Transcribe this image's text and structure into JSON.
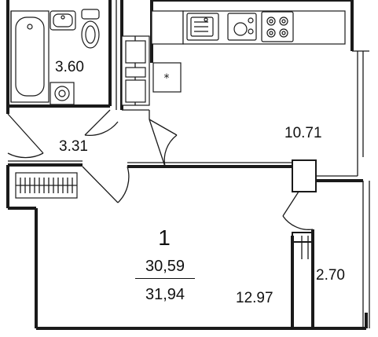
{
  "rooms": {
    "bathroom": {
      "area": "3.60"
    },
    "hallway": {
      "area": "3.31"
    },
    "kitchen": {
      "area": "10.71"
    },
    "room": {
      "area": "12.97"
    },
    "loggia": {
      "area": "2.70"
    }
  },
  "apartment": {
    "rooms_count": "1",
    "living_area": "30,59",
    "total_area": "31,94"
  },
  "icons": [
    "bathtub-icon",
    "sink-icon",
    "toilet-icon",
    "washing-machine-icon",
    "kitchen-sink-icon",
    "dishwasher-icon",
    "stove-icon",
    "fridge-icon",
    "radiator-icon",
    "door-icon"
  ],
  "colors": {
    "wall": "#1a1a1a",
    "background": "#ffffff"
  }
}
